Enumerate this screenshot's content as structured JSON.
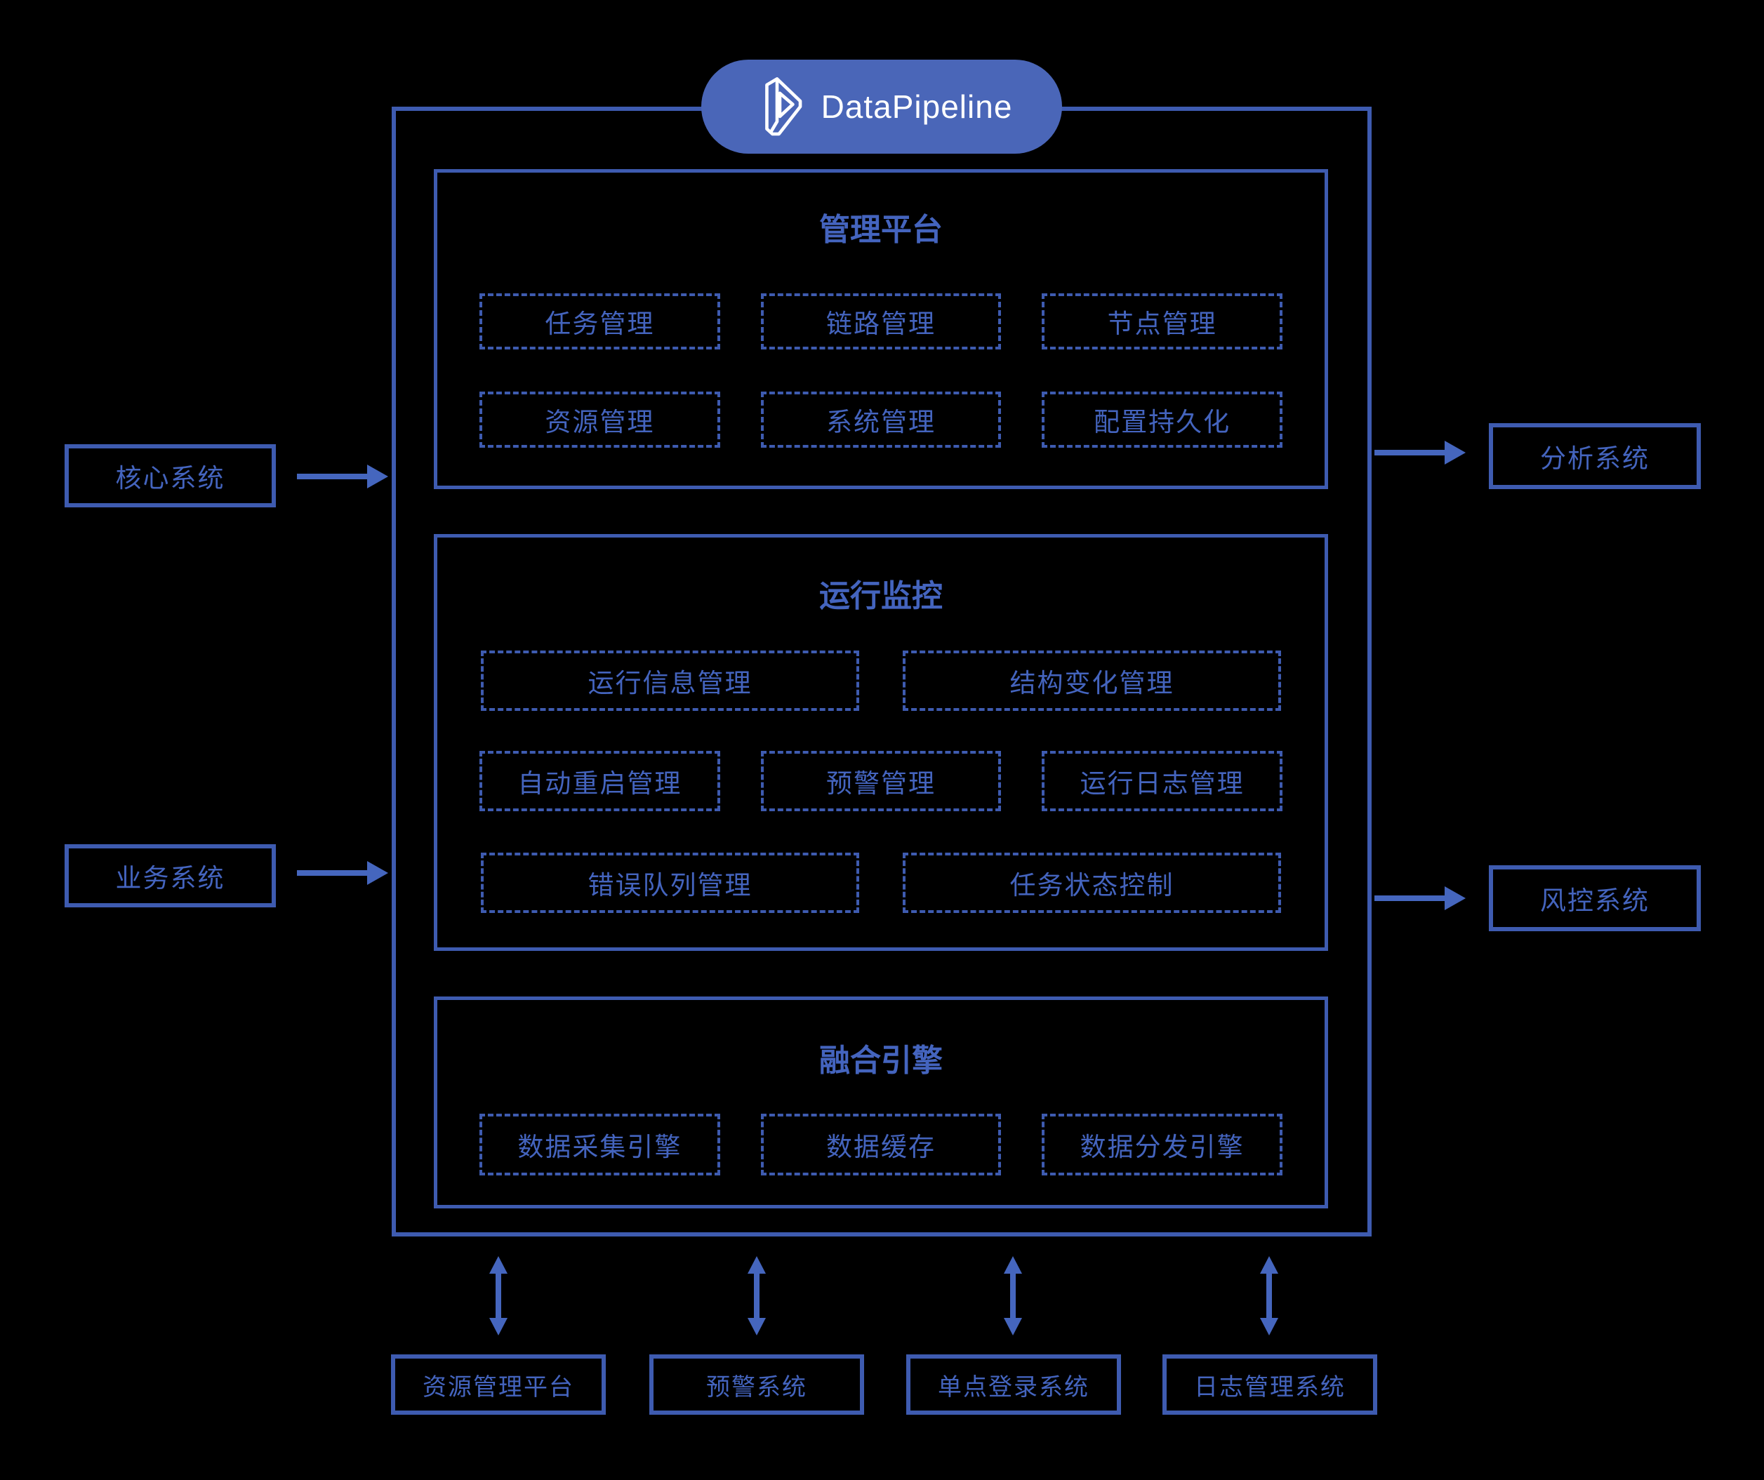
{
  "logo": {
    "text": "DataPipeline"
  },
  "colors": {
    "background": "#000000",
    "border_blue": "#3E5BB0",
    "text_blue": "#4464BE",
    "arrow_blue": "#4566BE",
    "pill_blue": "#4A66B8",
    "logo_white": "#FFFFFF"
  },
  "sections": [
    {
      "title": "管理平台",
      "rows": [
        [
          "任务管理",
          "链路管理",
          "节点管理"
        ],
        [
          "资源管理",
          "系统管理",
          "配置持久化"
        ]
      ]
    },
    {
      "title": "运行监控",
      "rows": [
        [
          "运行信息管理",
          "结构变化管理"
        ],
        [
          "自动重启管理",
          "预警管理",
          "运行日志管理"
        ],
        [
          "错误队列管理",
          "任务状态控制"
        ]
      ]
    },
    {
      "title": "融合引擎",
      "rows": [
        [
          "数据采集引擎",
          "数据缓存",
          "数据分发引擎"
        ]
      ]
    }
  ],
  "left_systems": [
    {
      "label": "核心系统"
    },
    {
      "label": "业务系统"
    }
  ],
  "right_systems": [
    {
      "label": "分析系统"
    },
    {
      "label": "风控系统"
    }
  ],
  "bottom_systems": [
    {
      "label": "资源管理平台"
    },
    {
      "label": "预警系统"
    },
    {
      "label": "单点登录系统"
    },
    {
      "label": "日志管理系统"
    }
  ]
}
